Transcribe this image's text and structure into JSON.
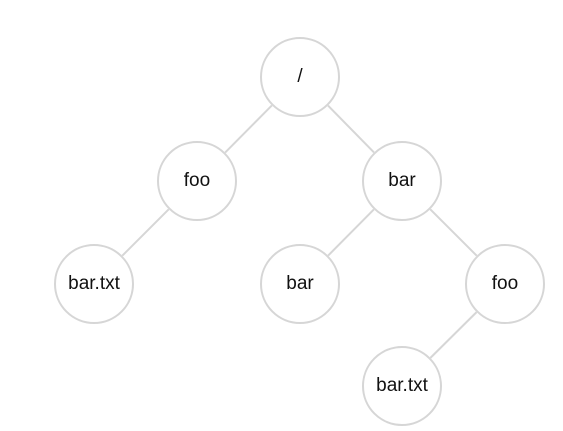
{
  "tree": {
    "edge_color": "#d6d6d6",
    "node_border_color": "#d6d6d6",
    "nodes": {
      "root": {
        "label": "/"
      },
      "foo": {
        "label": "foo"
      },
      "bar": {
        "label": "bar"
      },
      "foo_bar_txt": {
        "label": "bar.txt"
      },
      "bar_bar": {
        "label": "bar"
      },
      "bar_foo": {
        "label": "foo"
      },
      "bar_foo_bar_txt": {
        "label": "bar.txt"
      }
    },
    "edges": [
      [
        "root",
        "foo"
      ],
      [
        "root",
        "bar"
      ],
      [
        "foo",
        "foo_bar_txt"
      ],
      [
        "bar",
        "bar_bar"
      ],
      [
        "bar",
        "bar_foo"
      ],
      [
        "bar_foo",
        "bar_foo_bar_txt"
      ]
    ]
  }
}
